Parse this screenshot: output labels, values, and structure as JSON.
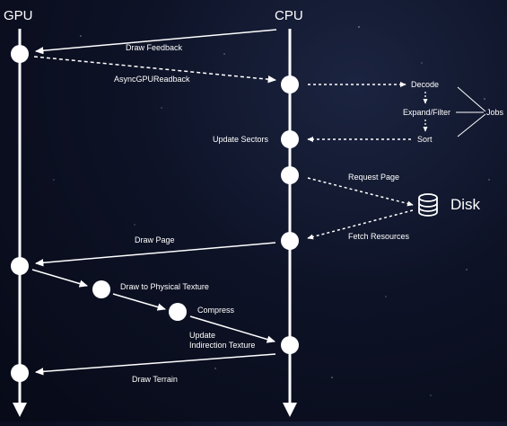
{
  "lanes": {
    "gpu": "GPU",
    "cpu": "CPU"
  },
  "nodes": {
    "disk": "Disk",
    "jobs": "Jobs"
  },
  "messages": {
    "draw_feedback": "Draw Feedback",
    "async_readback": "AsyncGPUReadback",
    "decode": "Decode",
    "expand_filter": "Expand/Filter",
    "sort": "Sort",
    "update_sectors": "Update Sectors",
    "request_page": "Request Page",
    "fetch_resources": "Fetch Resources",
    "draw_page": "Draw Page",
    "draw_physical_texture": "Draw to Physical Texture",
    "compress": "Compress",
    "update_indirection_line1": "Update",
    "update_indirection_line2": "Indirection Texture",
    "draw_terrain": "Draw Terrain"
  },
  "colors": {
    "line": "#ffffff",
    "background": "#0b1022"
  },
  "icons": {
    "disk": "database-icon"
  }
}
